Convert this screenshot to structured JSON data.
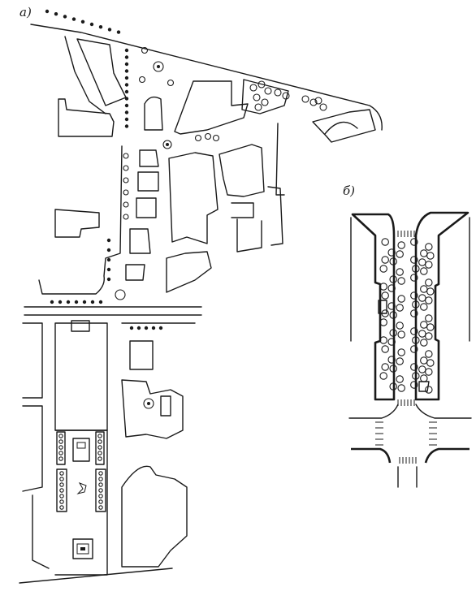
{
  "panels": [
    {
      "id": "a",
      "label": "а)"
    },
    {
      "id": "b",
      "label": "б)"
    }
  ],
  "colors": {
    "ink": "#1a1a1a",
    "paper": "#ffffff"
  }
}
